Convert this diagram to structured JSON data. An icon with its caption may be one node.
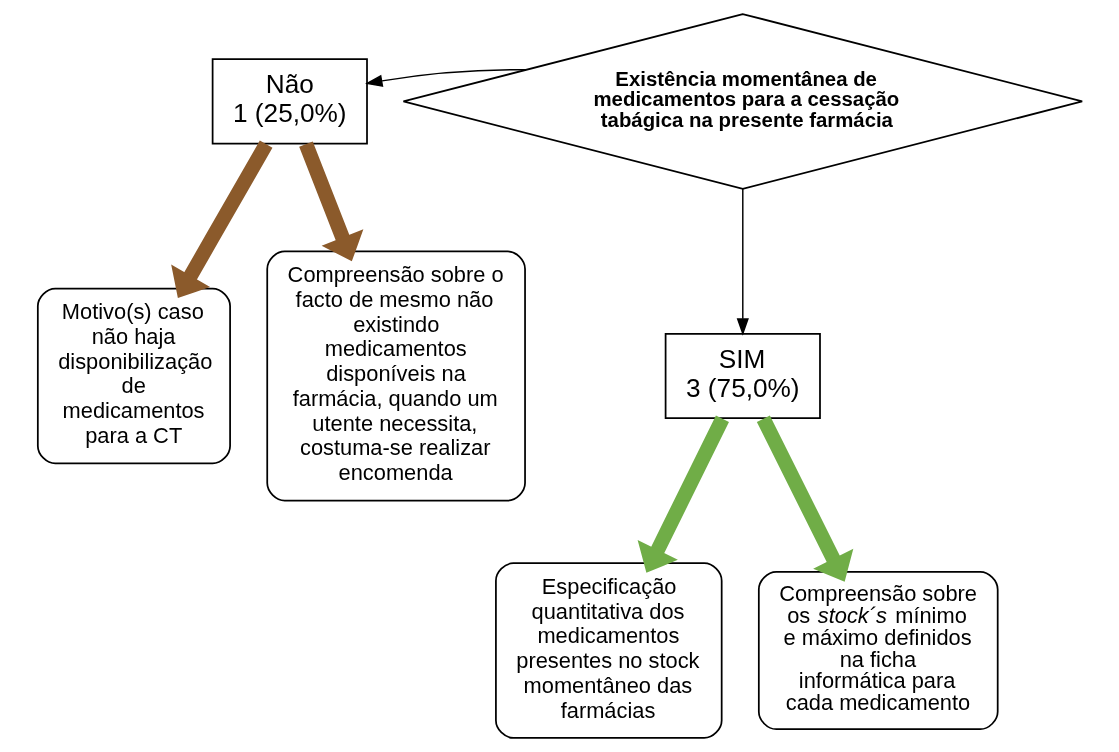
{
  "diagram": {
    "nodes": [
      {
        "text": [
          "Existência momentânea de medicamentos para a cessação tabágica na presente farmácia"
        ]
      },
      {
        "text": [
          "Não",
          "1 (25,0%)"
        ]
      },
      {
        "text": [
          "Motivo(s) caso não haja disponibilização de medicamentos para a CT"
        ]
      },
      {
        "text": [
          "Compreensão sobre o facto de mesmo não existindo medicamentos disponíveis na farmácia, quando um utente necessita, costuma-se realizar encomenda"
        ]
      },
      {
        "text": [
          "SIM",
          "3 (75,0%)"
        ]
      },
      {
        "text": [
          "Especificação quantitativa dos medicamentos presentes no stock momentâneo das farmácias"
        ]
      },
      {
        "text": [
          "Compreensão sobre os *stock´s* mínimo e máximo definidos na ficha informática para cada medicamento"
        ]
      }
    ],
    "edges": [
      {
        "from": 0,
        "to": 1,
        "arrow": "to"
      },
      {
        "from": 0,
        "to": 4,
        "arrow": "to"
      },
      {
        "from": 1,
        "to": 2,
        "arrow": "to",
        "color": "#8b5a2b"
      },
      {
        "from": 1,
        "to": 3,
        "arrow": "to",
        "color": "#8b5a2b"
      },
      {
        "from": 4,
        "to": 5,
        "arrow": "to",
        "color": "#70ad47"
      },
      {
        "from": 4,
        "to": 6,
        "arrow": "to",
        "color": "#70ad47"
      }
    ]
  }
}
